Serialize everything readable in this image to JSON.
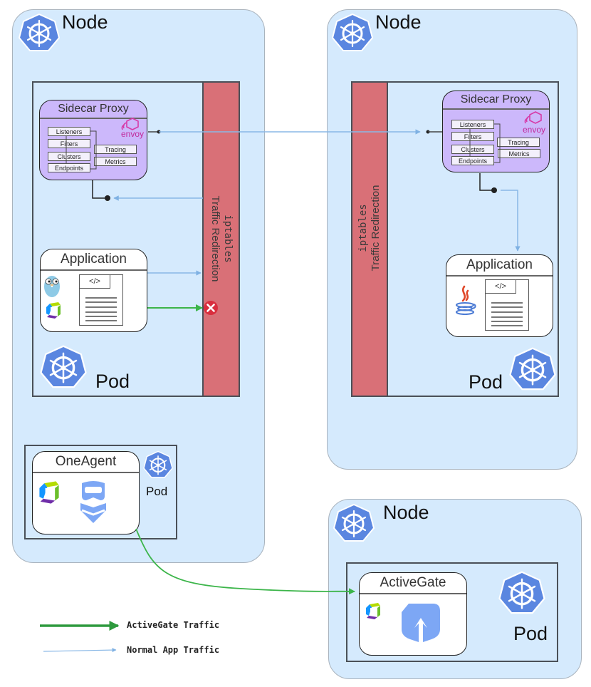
{
  "nodes": [
    {
      "title": "Node"
    },
    {
      "title": "Node"
    },
    {
      "title": "Node"
    }
  ],
  "pods": {
    "left_app_pod": {
      "label": "Pod"
    },
    "right_app_pod": {
      "label": "Pod"
    },
    "oneagent_pod": {
      "label": "Pod"
    },
    "activegate_pod": {
      "label": "Pod"
    }
  },
  "iptables": {
    "command": "iptables",
    "description": "Traffic Redirection"
  },
  "sidecar": {
    "title": "Sidecar Proxy",
    "brand": "envoy",
    "components": [
      "Listeners",
      "Filters",
      "Clusters",
      "Endpoints"
    ],
    "telemetry": [
      "Tracing",
      "Metrics"
    ]
  },
  "application": {
    "title": "Application",
    "code_tag": "</>",
    "left_runtime_icon": "go-gopher-icon",
    "right_runtime_icon": "java-icon"
  },
  "oneagent": {
    "title": "OneAgent"
  },
  "activegate": {
    "title": "ActiveGate"
  },
  "legend": {
    "items": [
      {
        "label": "ActiveGate Traffic",
        "color": "#2e9a3e"
      },
      {
        "label": "Normal App Traffic",
        "color": "#8ab8e6"
      }
    ]
  },
  "colors": {
    "node_bg": "#d5eafd",
    "iptables": "#d97077",
    "sidecar": "#ccb8fb",
    "k8s_blue": "#5a86e0",
    "blocked": "#d92e3e",
    "normal_traffic": "#8ab8e6",
    "activegate_traffic": "#3cb54a"
  }
}
